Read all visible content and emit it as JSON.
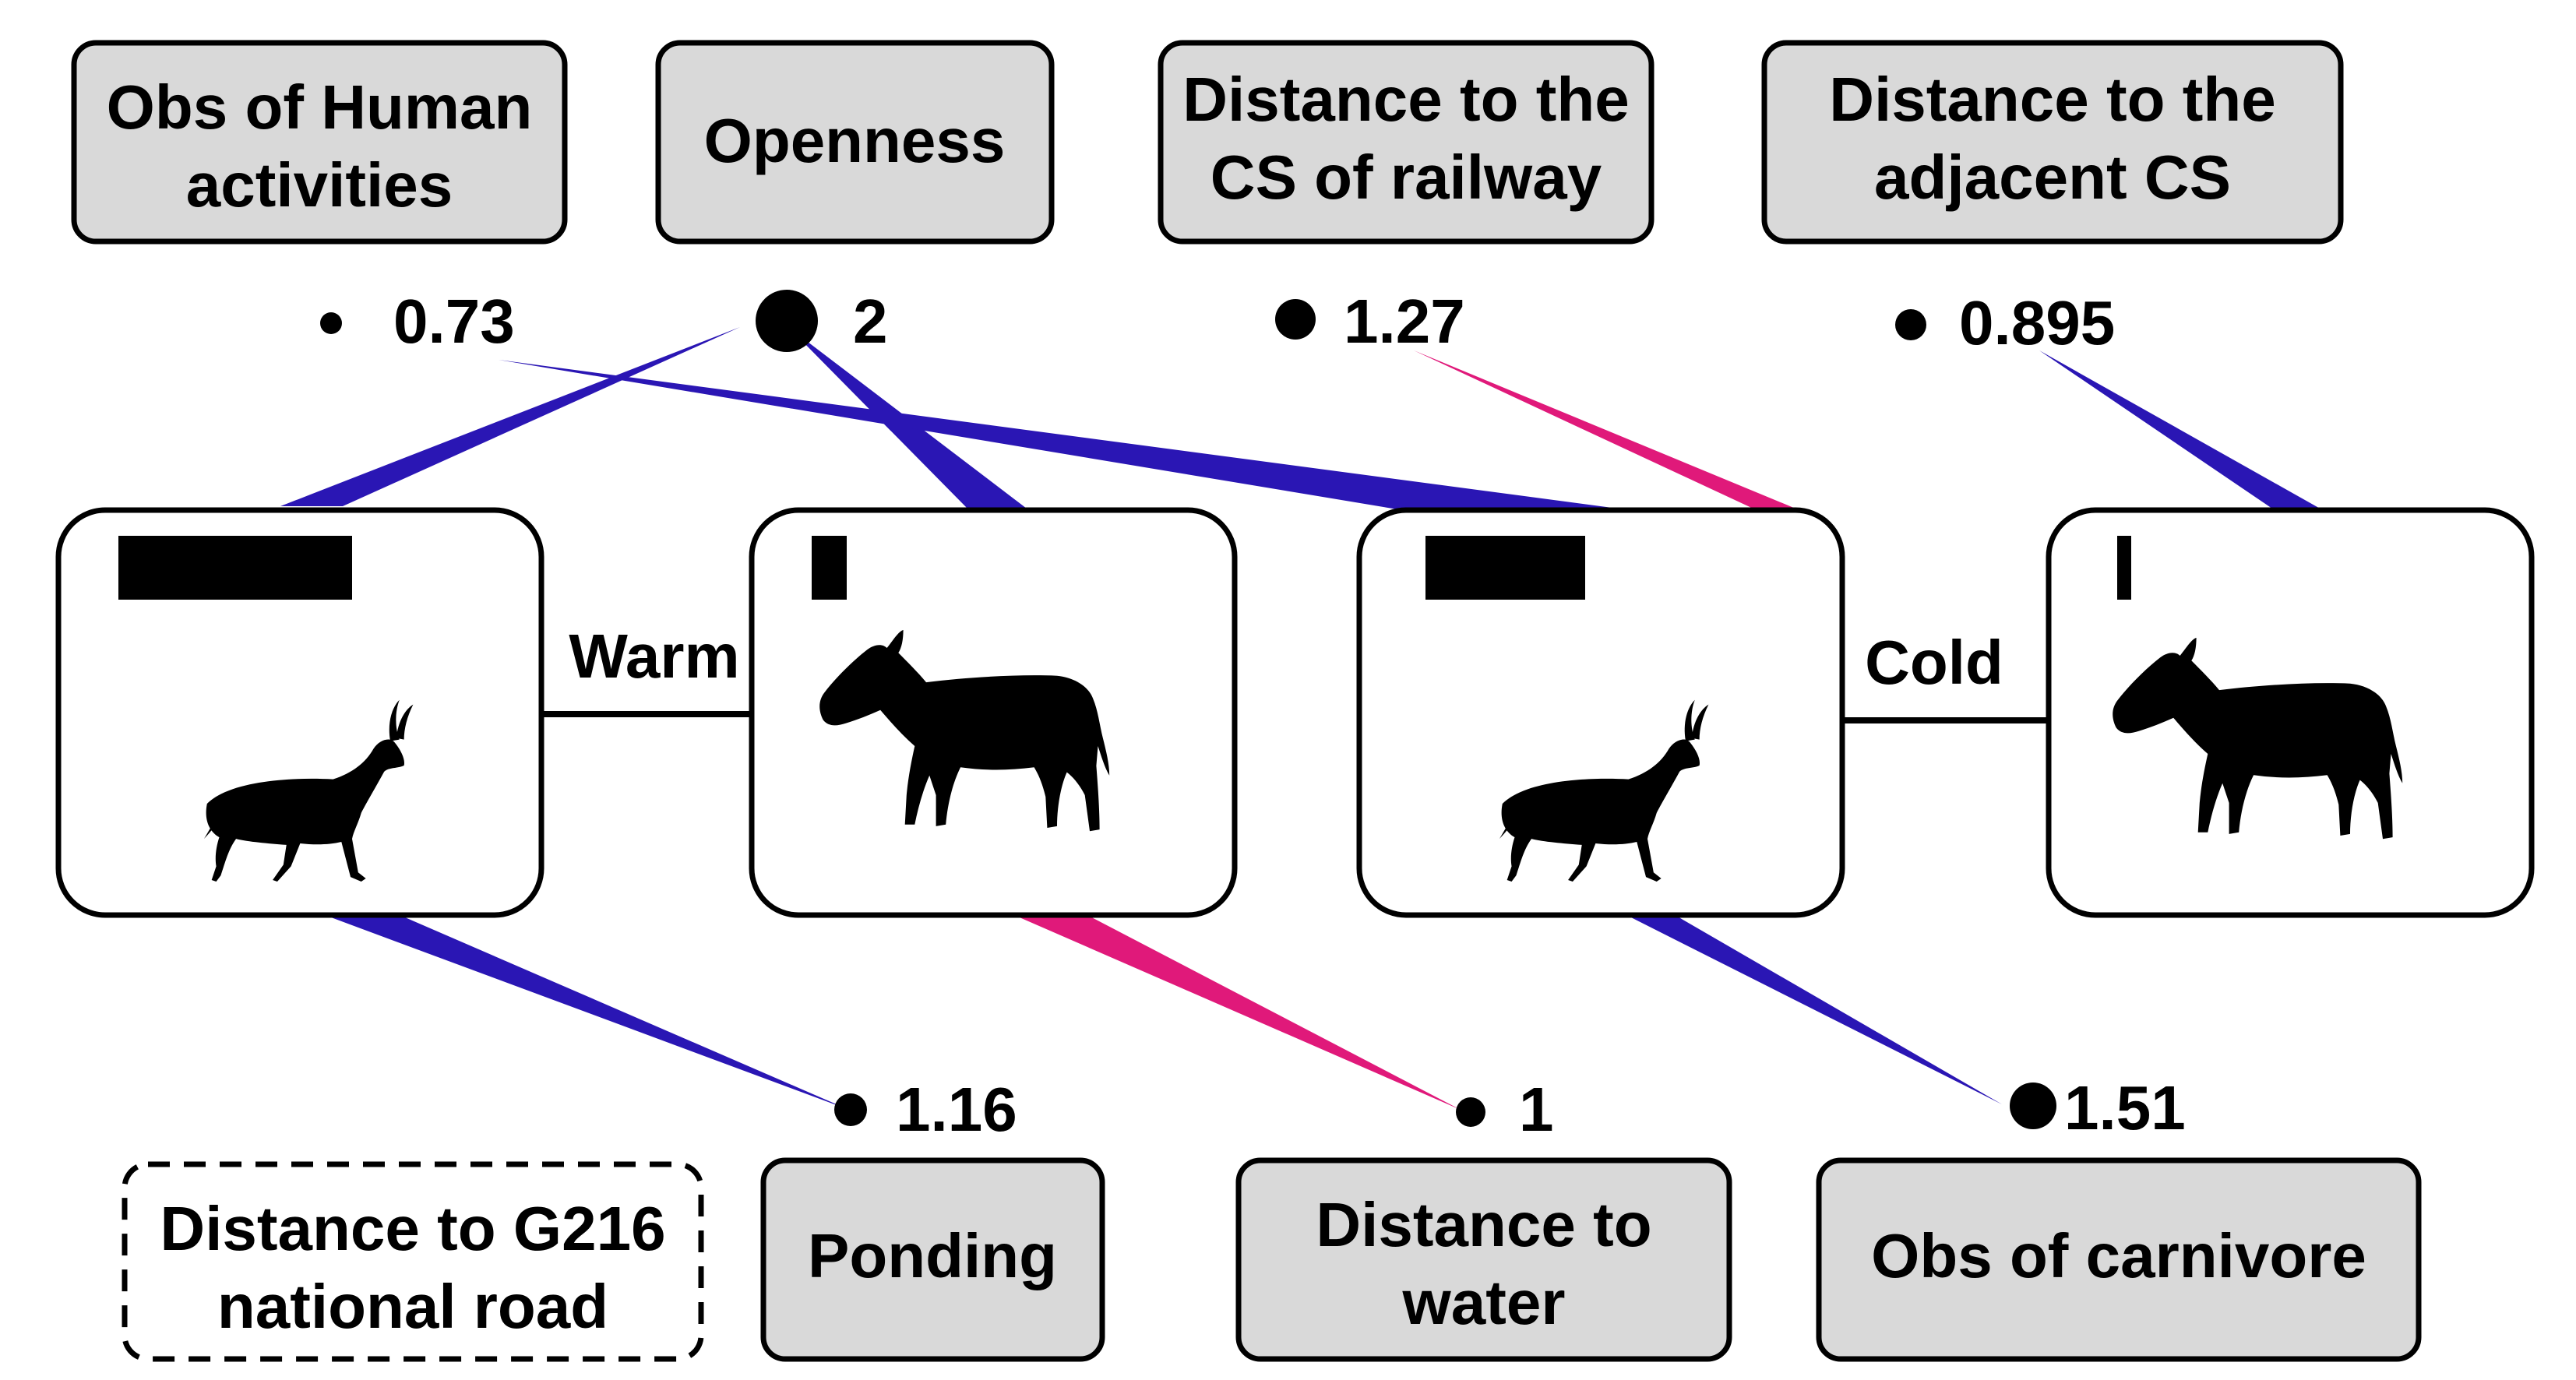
{
  "variables": {
    "human": {
      "line1": "Obs of Human",
      "line2": "activities"
    },
    "openness": {
      "line1": "Openness"
    },
    "railway": {
      "line1": "Distance to the",
      "line2": "CS of railway"
    },
    "adjacent": {
      "line1": "Distance to the",
      "line2": "adjacent CS"
    },
    "g216": {
      "line1": "Distance to G216",
      "line2": "national road"
    },
    "ponding": {
      "line1": "Ponding"
    },
    "water": {
      "line1": "Distance to",
      "line2": "water"
    },
    "carnivore": {
      "line1": "Obs of carnivore"
    }
  },
  "importance": {
    "human": "0.73",
    "openness": "2",
    "railway": "1.27",
    "adjacent": "0.895",
    "ponding": "1.16",
    "water": "1",
    "carnivore": "1.51"
  },
  "seasons": {
    "warm": "Warm",
    "cold": "Cold"
  },
  "animals": {
    "warm_left": "gazelle-silhouette",
    "warm_right": "wild-ass-silhouette",
    "cold_left": "gazelle-silhouette",
    "cold_right": "wild-ass-silhouette"
  },
  "colors": {
    "box_fill": "#d9d9d9",
    "negative_wedge": "#2a16b4",
    "positive_wedge": "#e0197a",
    "stroke": "#000000"
  }
}
